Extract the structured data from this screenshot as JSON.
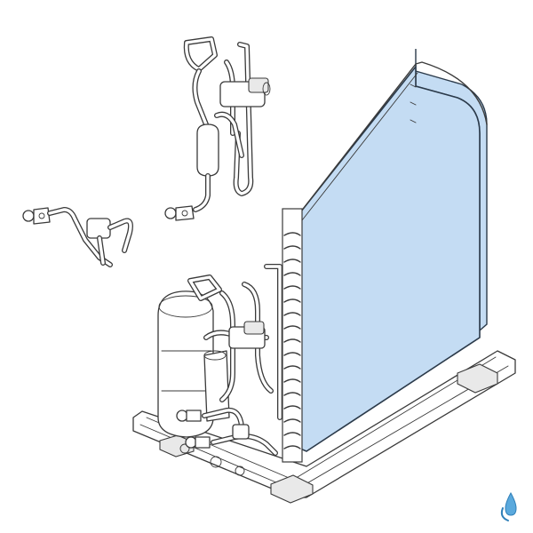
{
  "illustration": {
    "colors": {
      "coil_panel": "#c4dcf3",
      "coil_panel_stroke": "#2b3a4a",
      "line_art": "#3a3a3a",
      "background": "#ffffff",
      "logo_drop": "#5aa9dd"
    },
    "icons": [
      "exploded-valve-assembly",
      "exploded-four-way-valve-assembly",
      "compressor",
      "condenser-coil",
      "base-pan",
      "brand-drop-logo"
    ]
  }
}
